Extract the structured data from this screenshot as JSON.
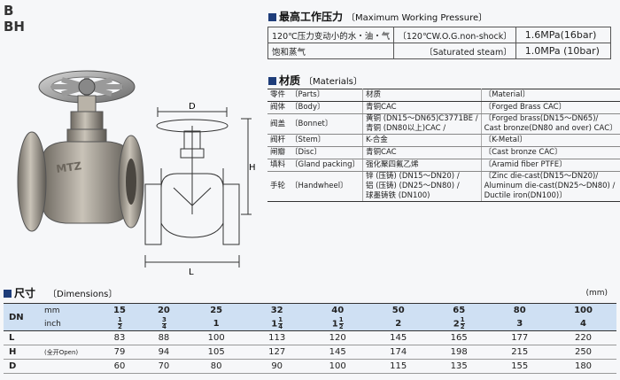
{
  "models": [
    "B",
    "BH"
  ],
  "pressure": {
    "title_zh": "最高工作压力",
    "title_en": "〔Maximum Working Pressure〕",
    "rows": [
      {
        "zh": "120℃压力变动小的水・油・气",
        "en": "〔120℃W.O.G.non-shock〕",
        "value": "1.6MPa(16bar)"
      },
      {
        "zh": "饱和蒸气",
        "en": "〔Saturated steam〕",
        "value": "1.0MPa (10bar)"
      }
    ]
  },
  "materials": {
    "title_zh": "材质",
    "title_en": "〔Materials〕",
    "header": {
      "part_zh": "零件",
      "part_en": "〔Parts〕",
      "mat_zh": "材质",
      "mat_en": "〔Material〕"
    },
    "rows": [
      {
        "part_zh": "阀体",
        "part_en": "〔Body〕",
        "mat_zh": [
          "青铜CAC"
        ],
        "mat_en": [
          "〔Forged Brass CAC〕"
        ]
      },
      {
        "part_zh": "阀盖",
        "part_en": "〔Bonnet〕",
        "mat_zh": [
          "黄铜 (DN15～DN65)C3771BE /",
          "青铜 (DN80以上)CAC /"
        ],
        "mat_en": [
          "〔Forged brass(DN15～DN65)/",
          "Cast bronze(DN80 and over) CAC〕"
        ]
      },
      {
        "part_zh": "阀杆",
        "part_en": "〔Stem〕",
        "mat_zh": [
          "K-合金"
        ],
        "mat_en": [
          "〔K-Metal〕"
        ]
      },
      {
        "part_zh": "闸瓣",
        "part_en": "〔Disc〕",
        "mat_zh": [
          "青铜CAC"
        ],
        "mat_en": [
          "〔Cast bronze CAC〕"
        ]
      },
      {
        "part_zh": "填料",
        "part_en": "〔Gland packing〕",
        "mat_zh": [
          "强化聚四氟乙烯"
        ],
        "mat_en": [
          "〔Aramid fiber PTFE〕"
        ]
      },
      {
        "part_zh": "手轮",
        "part_en": "〔Handwheel〕",
        "mat_zh": [
          "锌 (压铸) (DN15～DN20) /",
          "铝 (压铸) (DN25～DN80) /",
          "球墨铸铁 (DN100)"
        ],
        "mat_en": [
          "〔Zinc die-cast(DN15～DN20)/",
          "Aluminum die-cast(DN25～DN80) /",
          "Ductile iron(DN100)〕"
        ]
      }
    ]
  },
  "drawing": {
    "label_d": "D",
    "label_h": "H",
    "label_l": "L"
  },
  "photo": {
    "logo": "MTZ"
  },
  "dimensions": {
    "title_zh": "尺寸",
    "title_en": "〔Dimensions〕",
    "unit": "(mm)",
    "dn_label": "DN",
    "mm_label": "mm",
    "inch_label": "inch",
    "mm": [
      "15",
      "20",
      "25",
      "32",
      "40",
      "50",
      "65",
      "80",
      "100"
    ],
    "inch_whole": [
      "",
      "",
      "1",
      "1",
      "1",
      "2",
      "2",
      "3",
      "4"
    ],
    "inch_frac": [
      [
        "1",
        "2"
      ],
      [
        "3",
        "4"
      ],
      null,
      [
        "1",
        "4"
      ],
      [
        "1",
        "2"
      ],
      null,
      [
        "1",
        "2"
      ],
      null,
      null
    ],
    "rows": [
      {
        "label": "L",
        "note": "",
        "values": [
          "83",
          "88",
          "100",
          "113",
          "120",
          "145",
          "165",
          "177",
          "220"
        ]
      },
      {
        "label": "H",
        "note": "(全开Open)",
        "values": [
          "79",
          "94",
          "105",
          "127",
          "145",
          "174",
          "198",
          "215",
          "250"
        ]
      },
      {
        "label": "D",
        "note": "",
        "values": [
          "60",
          "70",
          "80",
          "90",
          "100",
          "115",
          "135",
          "155",
          "180"
        ]
      }
    ]
  }
}
